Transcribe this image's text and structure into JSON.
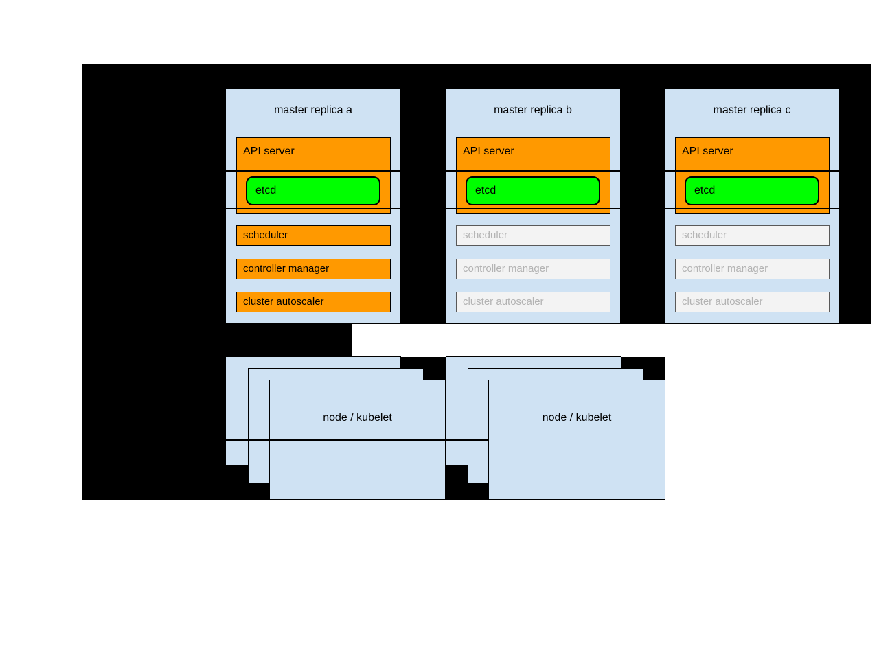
{
  "diagram": {
    "masters": [
      {
        "title": "master replica a",
        "api_server": "API server",
        "etcd": "etcd",
        "scheduler": "scheduler",
        "controller_manager": "controller manager",
        "cluster_autoscaler": "cluster autoscaler",
        "state": "active"
      },
      {
        "title": "master replica b",
        "api_server": "API server",
        "etcd": "etcd",
        "scheduler": "scheduler",
        "controller_manager": "controller manager",
        "cluster_autoscaler": "cluster autoscaler",
        "state": "inactive"
      },
      {
        "title": "master replica c",
        "api_server": "API server",
        "etcd": "etcd",
        "scheduler": "scheduler",
        "controller_manager": "controller manager",
        "cluster_autoscaler": "cluster autoscaler",
        "state": "inactive"
      }
    ],
    "nodes": [
      {
        "label": "node / kubelet"
      },
      {
        "label": "node / kubelet"
      }
    ],
    "colors": {
      "background_panel": "#000000",
      "box_fill": "#cfe2f3",
      "active_component_fill": "#ff9900",
      "etcd_fill": "#00ff00",
      "inactive_component_fill": "#f3f3f3",
      "inactive_component_border": "#595959",
      "inactive_text": "#b3b3b3"
    }
  }
}
